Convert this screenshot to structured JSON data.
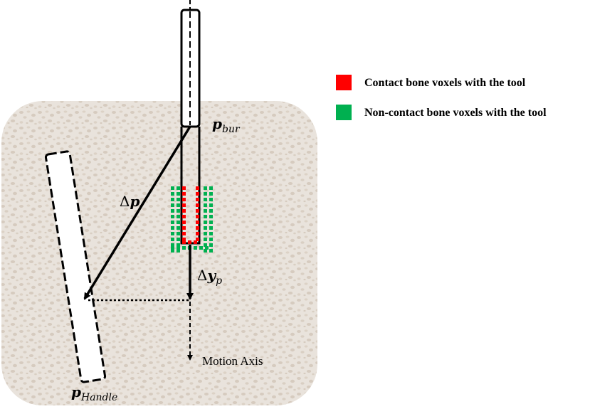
{
  "colors": {
    "background": "#ffffff",
    "bone_fill": "#e9e3dc",
    "bone_speckle": "#d6cbbf",
    "contact": "#ff0000",
    "non_contact": "#00b050",
    "stroke": "#000000"
  },
  "legend": {
    "contact_label": "Contact bone voxels with the tool",
    "non_contact_label": "Non-contact bone voxels with the tool"
  },
  "labels": {
    "p_bur_main": "p",
    "p_bur_sub": "bur",
    "delta_p_delta": "Δ",
    "delta_p_var": "p",
    "delta_yp_delta": "Δ",
    "delta_yp_var": "y",
    "delta_yp_sub": "p",
    "p_handle_main": "p",
    "p_handle_sub": "Handle",
    "motion_axis": "Motion Axis"
  }
}
